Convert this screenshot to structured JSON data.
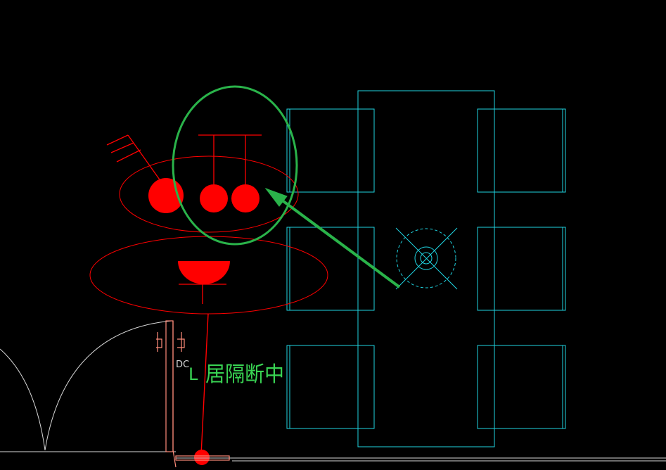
{
  "viewport": {
    "background": "#000000"
  },
  "colors": {
    "furniture": "#1fd3e0",
    "fixture": "#ff0000",
    "door": "#ff8c7a",
    "door_swing": "#d8d8d8",
    "annotation": "#2ab34a",
    "wall": "#e6e6e6",
    "label": "#39d353"
  },
  "labels": {
    "partition_note": "居隔断中",
    "prefix_char": "L",
    "left_mark": "DC"
  },
  "icons": {
    "arrow": "arrow-icon",
    "target": "crosshair-icon"
  }
}
